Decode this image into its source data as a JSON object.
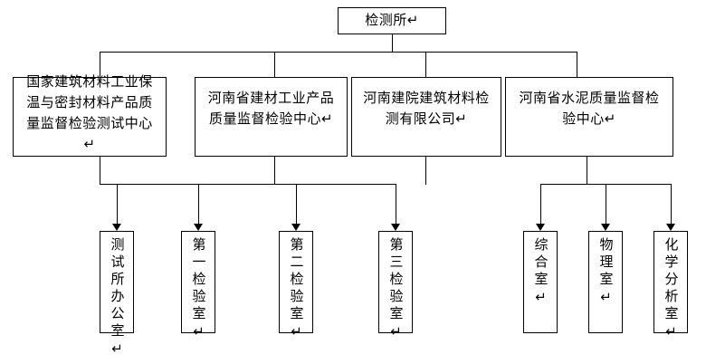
{
  "diagram": {
    "type": "organization-chart",
    "title_text": "检测所↵",
    "background_color": "#ffffff",
    "line_color": "#000000",
    "text_color": "#000000",
    "root": {
      "label": "检测所↵"
    },
    "level2": [
      {
        "label": "国家建筑材料工业保温与密封材料产品质量监督检验测试中心↵"
      },
      {
        "label": "河南省建材工业产品质量监督检验中心↵"
      },
      {
        "label": "河南建院建筑材料检测有限公司↵"
      },
      {
        "label": "河南省水泥质量监督检验中心↵"
      }
    ],
    "level3": [
      {
        "label": "测试所办公室↵"
      },
      {
        "label": "第一检验室↵"
      },
      {
        "label": "第二检验室↵"
      },
      {
        "label": "第三检验室↵"
      },
      {
        "label": "综合室↵"
      },
      {
        "label": "物理室↵"
      },
      {
        "label": "化学分析室↵"
      }
    ]
  }
}
